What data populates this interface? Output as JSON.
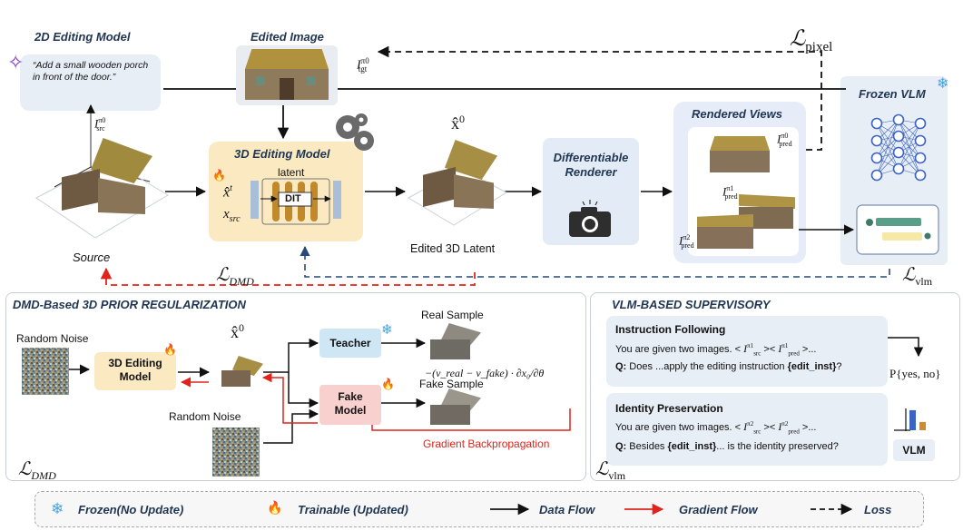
{
  "colors": {
    "panel_blue": "#e8eef6",
    "panel_grey": "#eef1f5",
    "editing_yellow": "#fbe9c2",
    "teacher_blue": "#cfe7f5",
    "fake_red": "#f8d0cd",
    "red": "#e0241b",
    "navy": "#274a78",
    "vlm_blue": "#3b63c4"
  },
  "top": {
    "editing2d_title": "2D Editing Model",
    "prompt": "“Add a small wooden porch in front of the door.”",
    "edited_image_title": "Edited Image",
    "itgt_label": "I",
    "itgt_sup": "π0",
    "itgt_sub": "tgt",
    "lpixel_main": "ℒ",
    "lpixel_sub": "pixel",
    "isrc_label": "I",
    "isrc_sup": "π0",
    "isrc_sub": "src",
    "source_label": "Source",
    "editing3d_title": "3D Editing Model",
    "latent_label": "latent",
    "dit_label": "DIT",
    "xhat_t": "x̂",
    "xhat_t_sup": "t",
    "x_src": "x",
    "x_src_sub": "src",
    "xhat0": "x̂",
    "xhat0_sup": "0",
    "edited_latent_label": "Edited 3D Latent",
    "renderer_title": "Differentiable Renderer",
    "rendered_views_title": "Rendered Views",
    "pred0_sup": "π0",
    "pred1_sup": "π1",
    "pred2_sup": "π2",
    "pred_sub": "pred",
    "frozen_vlm_title": "Frozen VLM",
    "ldmd_main": "ℒ",
    "ldmd_sub": "DMD",
    "lvlm_main": "ℒ",
    "lvlm_sub": "vlm"
  },
  "dmd": {
    "title": "DMD-Based 3D PRIOR REGULARIZATION",
    "random_noise_1": "Random Noise",
    "random_noise_2": "Random Noise",
    "editing_model": "3D Editing Model",
    "xhat0": "x̂",
    "xhat0_sup": "0",
    "teacher": "Teacher",
    "fake_model": "Fake Model",
    "real_sample": "Real Sample",
    "fake_sample": "Fake Sample",
    "formula": "−(v_real − v_fake) · ∂x₀/∂θ",
    "grad_bp": "Gradient Backpropagation",
    "loss_main": "ℒ",
    "loss_sub": "DMD"
  },
  "vlm": {
    "title": "VLM-BASED SUPERVISORY",
    "if_title": "Instruction Following",
    "if_line1_pre": "You are given two images. < ",
    "if_line1_post": " >...",
    "if_src": "I",
    "if_src_sup": "π1",
    "if_src_sub": "src",
    "if_pred": "I",
    "if_pred_sup": "π1",
    "if_pred_sub": "pred",
    "if_q_label": "Q:",
    "if_q_text": "Does ...apply the editing instruction ",
    "if_q_bold": "{edit_inst}",
    "if_q_end": "?",
    "prob": "P{yes, no}",
    "ip_title": "Identity Preservation",
    "ip_line1_pre": "You are given two images. < ",
    "ip_line1_post": " >...",
    "ip_src": "I",
    "ip_src_sup": "π2",
    "ip_src_sub": "src",
    "ip_pred": "I",
    "ip_pred_sup": "π2",
    "ip_pred_sub": "pred",
    "ip_q_label": "Q:",
    "ip_q_text": "Besides ",
    "ip_q_bold": "{edit_inst}",
    "ip_q_end": "... is the identity preserved?",
    "vlm_label": "VLM",
    "bar_values": [
      0.85,
      0.35
    ],
    "loss_main": "ℒ",
    "loss_sub": "vlm"
  },
  "legend": {
    "frozen": "Frozen(No Update)",
    "trainable": "Trainable (Updated)",
    "data_flow": "Data Flow",
    "gradient_flow": "Gradient Flow",
    "loss": "Loss"
  }
}
